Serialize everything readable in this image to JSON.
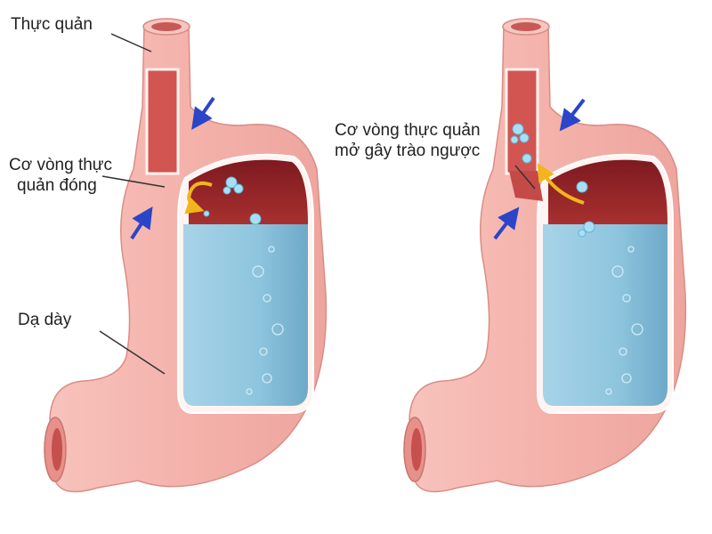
{
  "labels": {
    "esophagus": "Thực quản",
    "sphincter_closed": [
      "Cơ vòng thực",
      "quản đóng"
    ],
    "stomach": "Dạ dày",
    "sphincter_open": [
      "Cơ vòng thực quản",
      "mở gây trào ngược"
    ]
  },
  "colors": {
    "tissue": "#f4b7b0",
    "tissue_outline": "#d98d86",
    "lumen_red": "#c44a47",
    "acid_dark": "#8f1f24",
    "fluid_blue": "#8ec5de",
    "arrow_blue": "#2b45c8",
    "flow_arrow": "#f2b51c"
  }
}
